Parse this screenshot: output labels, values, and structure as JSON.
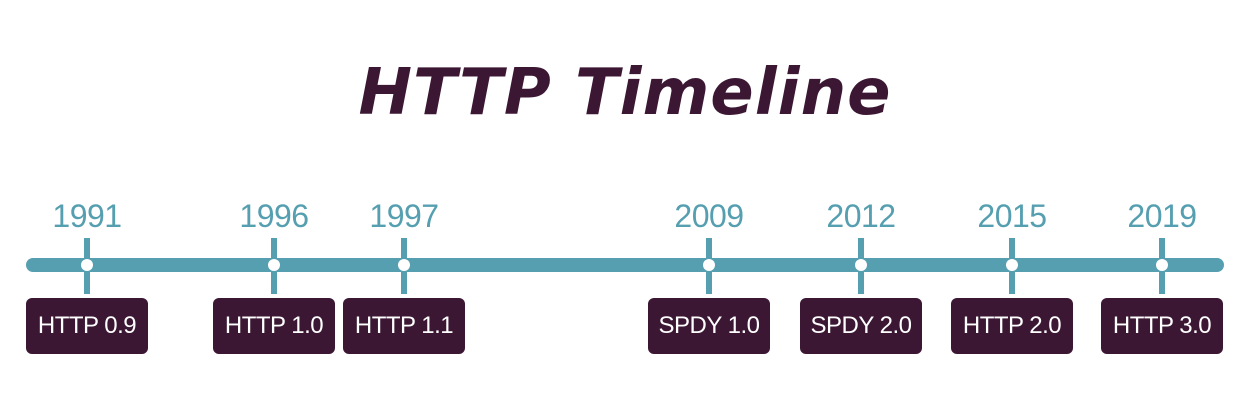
{
  "title": "HTTP Timeline",
  "colors": {
    "title": "#3b1733",
    "track": "#559fb0",
    "year": "#559fb0",
    "label_bg": "#3b1733",
    "label_text": "#ffffff"
  },
  "timeline": {
    "events": [
      {
        "year": "1991",
        "label": "HTTP 0.9"
      },
      {
        "year": "1996",
        "label": "HTTP 1.0"
      },
      {
        "year": "1997",
        "label": "HTTP 1.1"
      },
      {
        "year": "2009",
        "label": "SPDY 1.0"
      },
      {
        "year": "2012",
        "label": "SPDY 2.0"
      },
      {
        "year": "2015",
        "label": "HTTP 2.0"
      },
      {
        "year": "2019",
        "label": "HTTP 3.0"
      }
    ]
  }
}
